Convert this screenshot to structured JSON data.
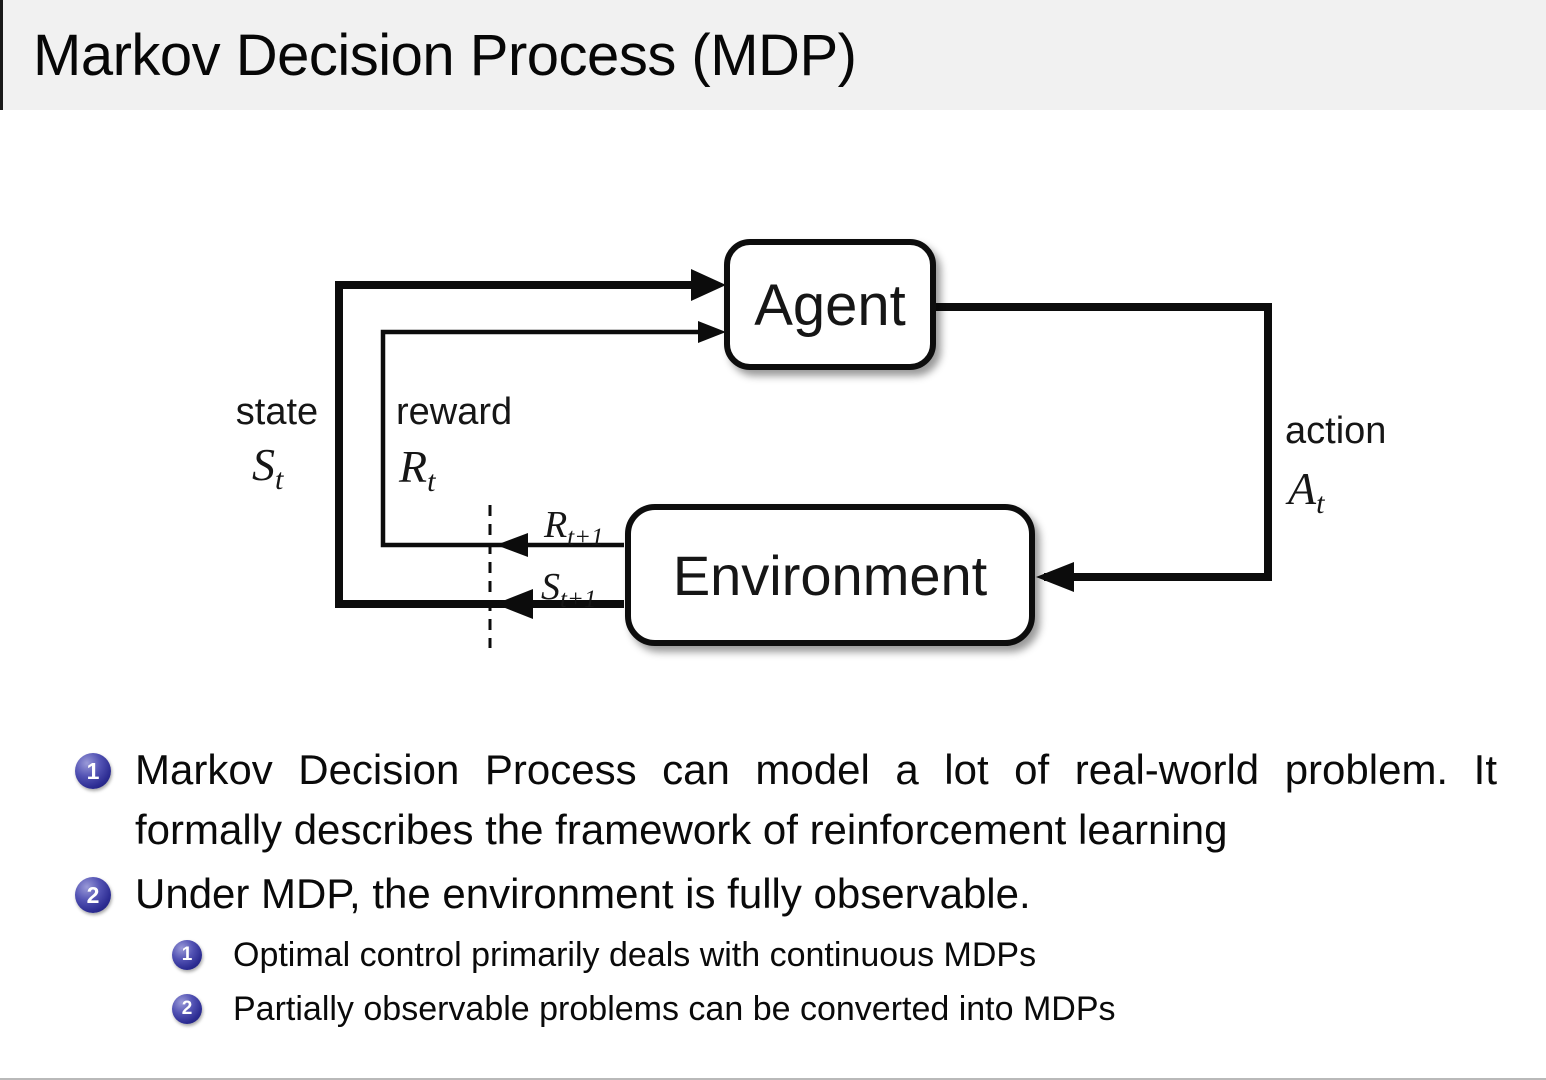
{
  "title": "Markov Decision Process (MDP)",
  "diagram": {
    "agent": "Agent",
    "environment": "Environment",
    "state": {
      "label": "state",
      "symbol": "S",
      "subscript": "t"
    },
    "reward": {
      "label": "reward",
      "symbol": "R",
      "subscript": "t"
    },
    "action": {
      "label": "action",
      "symbol": "A",
      "subscript": "t"
    },
    "next_reward": {
      "symbol": "R",
      "subscript": "t+1"
    },
    "next_state": {
      "symbol": "S",
      "subscript": "t+1"
    }
  },
  "list": {
    "items": [
      {
        "number": "1",
        "text": "Markov Decision Process can model a lot of real-world problem. It formally describes the framework of reinforcement learning"
      },
      {
        "number": "2",
        "text": "Under MDP, the environment is fully observable.",
        "subitems": [
          {
            "number": "1",
            "text": "Optimal control primarily deals with continuous MDPs"
          },
          {
            "number": "2",
            "text": "Partially observable problems can be converted into MDPs"
          }
        ]
      }
    ]
  },
  "colors": {
    "slide_bg": "#ffffff",
    "title_bg": "#f1f1f1",
    "ball_blue": "#32329e",
    "diagram_line": "#000000",
    "text": "#000000"
  }
}
